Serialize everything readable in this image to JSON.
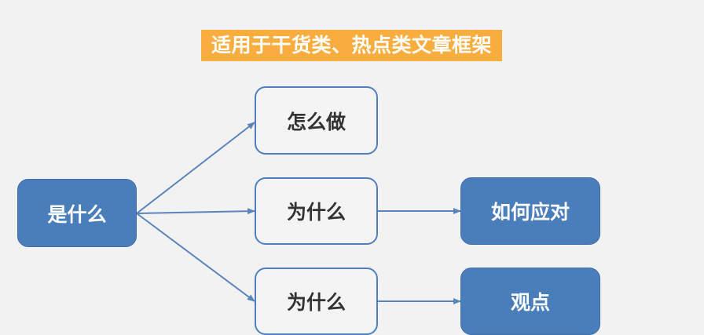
{
  "title": "适用于干货类、热点类文章框架",
  "nodes": {
    "what": "是什么",
    "how": "怎么做",
    "why_1": "为什么",
    "why_2": "为什么",
    "cope": "如何应对",
    "view": "观点"
  },
  "colors": {
    "background": "#f2f2f2",
    "title_bg": "#f9ad3f",
    "node_fill": "#4a7ebb",
    "node_border": "#4f7fbf",
    "arrow": "#5b84bd"
  }
}
